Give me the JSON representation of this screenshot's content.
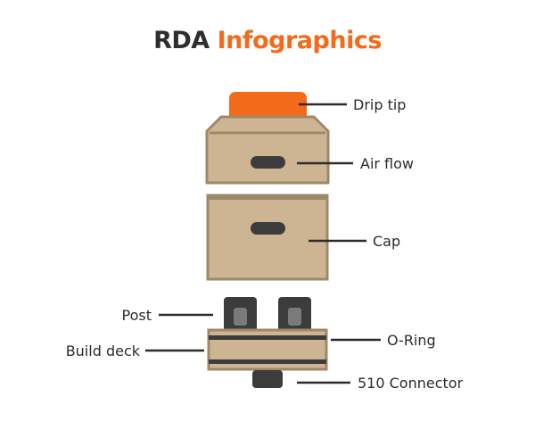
{
  "title": {
    "part1": "RDA",
    "part2": "Infographics"
  },
  "labels": {
    "drip_tip": "Drip tip",
    "air_flow": "Air flow",
    "cap": "Cap",
    "post": "Post",
    "build_deck": "Build deck",
    "o_ring": "O-Ring",
    "connector": "510 Connector"
  },
  "colors": {
    "accent": "#f26a1a",
    "body_fill": "#cdb594",
    "body_stroke": "#9f876a",
    "dark": "#3c3c3c",
    "text": "#2b2b2b"
  }
}
